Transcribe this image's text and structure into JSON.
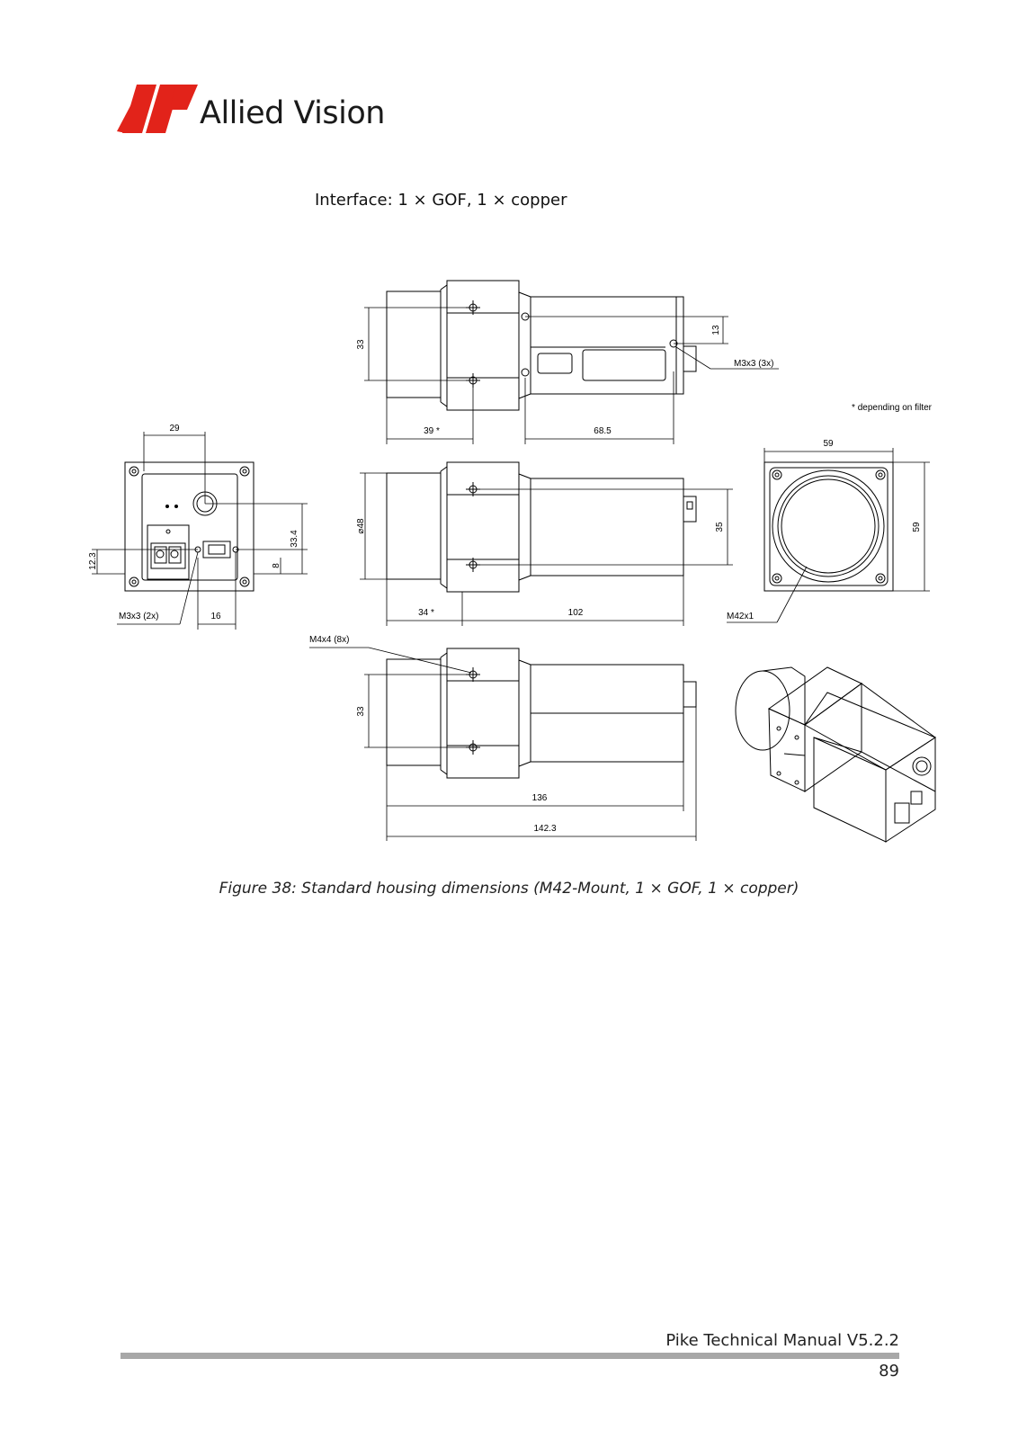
{
  "header": {
    "brand_name": "Allied Vision",
    "brand_color": "#e2231a",
    "logo_icon": "allied-vision-logo-icon"
  },
  "section": {
    "interface_label": "Interface: 1 × GOF, 1 × copper"
  },
  "drawing": {
    "dimensions": {
      "top_holes_spacing": "33",
      "rear_offset": "13",
      "rear_thread": "M3x3 (3x)",
      "note": "* depending on filter",
      "top_front_length": "39 *",
      "top_rear_length": "68.5",
      "back_width": "29",
      "back_height_conn": "33.4",
      "back_low": "12.3",
      "back_small": "8",
      "back_thread": "M3x3 (2x)",
      "back_spacing": "16",
      "diameter": "⌀48",
      "side_holes_spacing": "35",
      "side_front_length": "34 *",
      "side_body_length": "102",
      "front_width": "59",
      "front_height": "59",
      "mount_thread": "M42x1",
      "bottom_thread": "M4x4 (8x)",
      "bottom_holes_spacing": "33",
      "total_body_length": "136",
      "total_length": "142.3"
    }
  },
  "caption": {
    "text": "Figure 38: Standard housing dimensions (M42-Mount, 1 × GOF, 1 × copper)"
  },
  "footer": {
    "manual_title": "Pike Technical Manual V5.2.2",
    "page_number": "89"
  }
}
